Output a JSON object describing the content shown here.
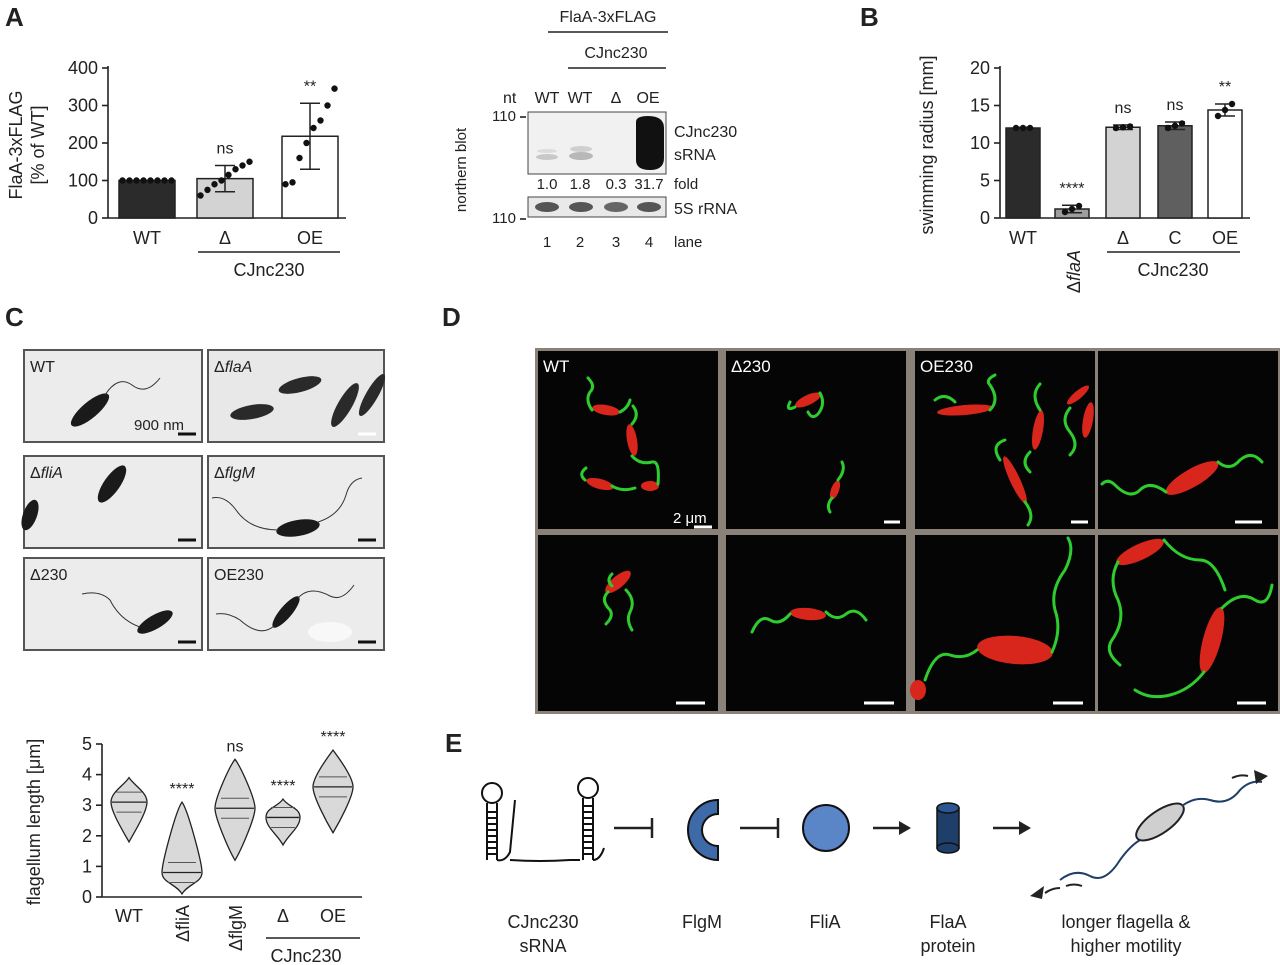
{
  "panels": {
    "A": "A",
    "B": "B",
    "C": "C",
    "D": "D",
    "E": "E"
  },
  "panelA_chart": {
    "ylabel_line1": "FlaA-3xFLAG",
    "ylabel_line2": "[% of WT]",
    "yticks": [
      "0",
      "100",
      "200",
      "300",
      "400"
    ],
    "categories": [
      "WT",
      "Δ",
      "OE"
    ],
    "group_label": "CJnc230",
    "significance": [
      "",
      "ns",
      "**"
    ],
    "colors": [
      "#2b2b2b",
      "#d3d3d3",
      "#ffffff"
    ]
  },
  "chart_data": [
    {
      "type": "bar",
      "ylabel": "FlaA-3xFLAG [% of WT]",
      "categories": [
        "WT",
        "Δ",
        "OE"
      ],
      "values": [
        100,
        105,
        218
      ],
      "error": [
        0,
        35,
        88
      ],
      "points": [
        [
          100,
          100,
          100,
          100,
          100,
          100,
          100,
          100
        ],
        [
          60,
          75,
          90,
          100,
          115,
          130,
          140,
          150
        ],
        [
          90,
          95,
          160,
          200,
          240,
          260,
          300,
          345
        ]
      ],
      "ylim": [
        0,
        400
      ]
    },
    {
      "type": "bar",
      "ylabel": "swimming radius [mm]",
      "categories": [
        "WT",
        "ΔflaA",
        "Δ",
        "C",
        "OE"
      ],
      "values": [
        12,
        1.2,
        12.1,
        12.3,
        14.4
      ],
      "error": [
        0.1,
        0.5,
        0.3,
        0.5,
        0.8
      ],
      "points": [
        [
          12,
          12,
          12
        ],
        [
          0.8,
          1.2,
          1.6
        ],
        [
          12,
          12.1,
          12.2
        ],
        [
          12,
          12.3,
          12.6
        ],
        [
          13.6,
          14.4,
          15.2
        ]
      ],
      "ylim": [
        0,
        20
      ]
    },
    {
      "type": "violin",
      "ylabel": "flagellum length [μm]",
      "categories": [
        "WT",
        "ΔfliA",
        "ΔflgM",
        "Δ",
        "OE"
      ],
      "median": [
        3.1,
        0.8,
        2.9,
        2.6,
        3.6
      ],
      "min": [
        1.8,
        0.1,
        1.2,
        1.7,
        2.1
      ],
      "max": [
        3.9,
        3.1,
        4.5,
        3.2,
        4.8
      ],
      "ylim": [
        0,
        5
      ]
    }
  ],
  "panelA_blot": {
    "top_label": "FlaA-3xFLAG",
    "sub_label": "CJnc230",
    "lane_headers": [
      "WT",
      "WT",
      "Δ",
      "OE"
    ],
    "nt_label": "nt",
    "marker": "110",
    "side_label": "northern blot",
    "right_labels": [
      "CJnc230",
      "sRNA"
    ],
    "fold_values": [
      "1.0",
      "1.8",
      "0.3",
      "31.7"
    ],
    "fold_label": "fold",
    "rrna_label": "5S rRNA",
    "lane_numbers": [
      "1",
      "2",
      "3",
      "4"
    ],
    "lane_label": "lane"
  },
  "panelB_chart": {
    "ylabel": "swimming radius [mm]",
    "yticks": [
      "0",
      "5",
      "10",
      "15",
      "20"
    ],
    "categories": [
      "WT",
      "ΔflaA",
      "Δ",
      "C",
      "OE"
    ],
    "cat_prefix": "Δ",
    "cat_italic": "flaA",
    "group_label": "CJnc230",
    "significance": [
      "",
      "****",
      "ns",
      "ns",
      "**"
    ],
    "colors": [
      "#2b2b2b",
      "#9e9e9e",
      "#d3d3d3",
      "#5f5f5f",
      "#ffffff"
    ]
  },
  "panelC_micrographs": {
    "tiles": [
      {
        "prefix": "WT",
        "italic": ""
      },
      {
        "prefix": "Δ",
        "italic": "flaA"
      },
      {
        "prefix": "Δ",
        "italic": "fliA"
      },
      {
        "prefix": "Δ",
        "italic": "flgM"
      },
      {
        "prefix": "Δ230",
        "italic": ""
      },
      {
        "prefix": "OE230",
        "italic": ""
      }
    ],
    "scalebar": "900 nm"
  },
  "panelC_violin": {
    "ylabel": "flagellum length [μm]",
    "yticks": [
      "0",
      "1",
      "2",
      "3",
      "4",
      "5"
    ],
    "categories": [
      "WT",
      "ΔfliA",
      "ΔflgM",
      "Δ",
      "OE"
    ],
    "significance": [
      "",
      "****",
      "ns",
      "****",
      "****"
    ],
    "group_label": "CJnc230"
  },
  "panelD_microscopy": {
    "labels": [
      "WT",
      "Δ230",
      "OE230"
    ],
    "scalebar": "2 μm"
  },
  "panelE_model": {
    "items": [
      "CJnc230",
      "sRNA",
      "FlgM",
      "FliA",
      "FlaA",
      "protein",
      "longer flagella &",
      "higher motility"
    ],
    "colors": {
      "protein": "#3f6aa8",
      "cylinder": "#1f3f6b",
      "cell": "#cfcfcf",
      "flagellum": "#1f3f6b"
    }
  }
}
